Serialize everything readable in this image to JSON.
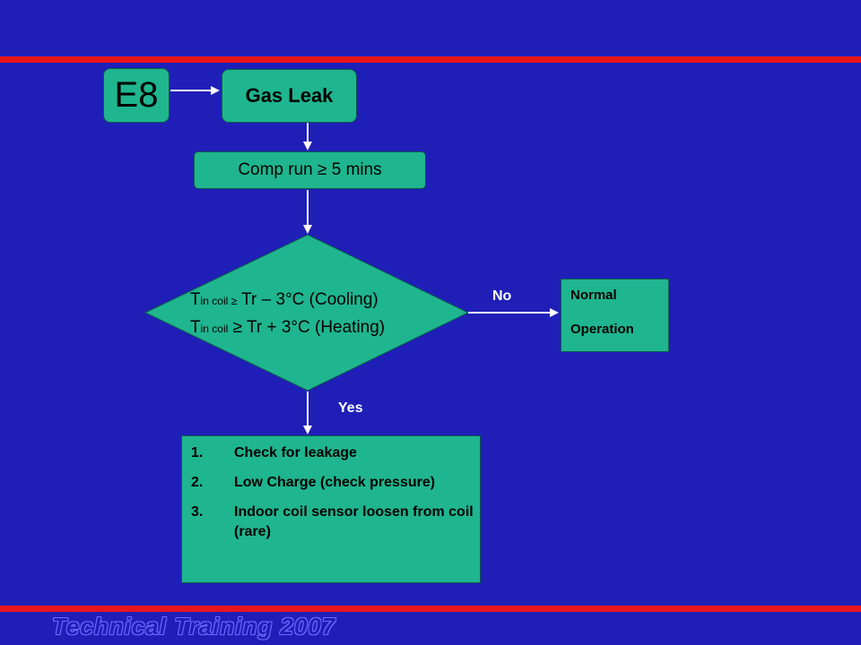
{
  "diagram": {
    "code": "E8",
    "title": "Gas Leak",
    "step": "Comp run ≥ 5 mins",
    "decision": {
      "line1": {
        "prefix": "T",
        "sub": "in coil ≥",
        "rest": " Tr – 3°C (Cooling)"
      },
      "line2": {
        "prefix": "T",
        "sub": "in coil",
        "rest": " ≥ Tr + 3°C (Heating)"
      }
    },
    "no_label": "No",
    "yes_label": "Yes",
    "normal": {
      "line1": "Normal",
      "line2": "Operation"
    },
    "checks": [
      {
        "num": "1.",
        "text": "Check for leakage"
      },
      {
        "num": "2.",
        "text": "Low Charge (check pressure)"
      },
      {
        "num": "3.",
        "text": "Indoor coil sensor loosen from coil (rare)"
      }
    ]
  },
  "footer": "Technical Training 2007",
  "colors": {
    "background": "#1f1fb8",
    "box": "#1fb58f",
    "accent_bar": "#e8161b"
  }
}
